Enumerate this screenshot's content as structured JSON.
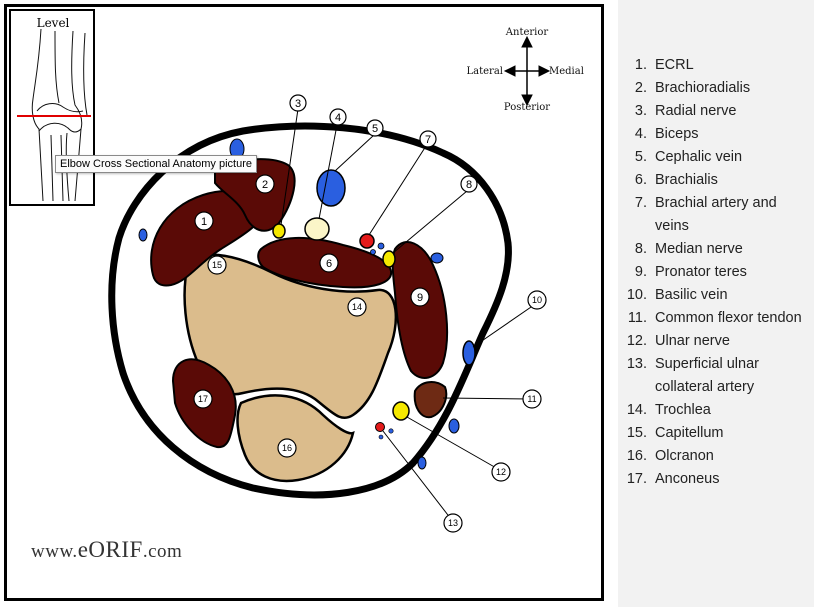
{
  "figure": {
    "inset_label": "Level",
    "tooltip": "Elbow Cross Sectional Anatomy picture",
    "orientation": {
      "anterior": "Anterior",
      "posterior": "Posterior",
      "lateral": "Lateral",
      "medial": "Medial"
    },
    "watermark": {
      "prefix": "www.",
      "brand": "eORIF",
      "suffix": ".com"
    },
    "markers": [
      "1",
      "2",
      "3",
      "4",
      "5",
      "6",
      "7",
      "8",
      "9",
      "10",
      "11",
      "12",
      "13",
      "14",
      "15",
      "16",
      "17"
    ]
  },
  "legend": {
    "items": [
      {
        "num": "1.",
        "label": "ECRL"
      },
      {
        "num": "2.",
        "label": "Brachioradialis"
      },
      {
        "num": "3.",
        "label": "Radial nerve"
      },
      {
        "num": "4.",
        "label": "Biceps"
      },
      {
        "num": "5.",
        "label": "Cephalic vein"
      },
      {
        "num": "6.",
        "label": "Brachialis"
      },
      {
        "num": "7.",
        "label": "Brachial artery and veins"
      },
      {
        "num": "8.",
        "label": "Median nerve"
      },
      {
        "num": "9.",
        "label": "Pronator teres"
      },
      {
        "num": "10.",
        "label": "Basilic vein"
      },
      {
        "num": "11.",
        "label": "Common flexor tendon"
      },
      {
        "num": "12.",
        "label": "Ulnar nerve"
      },
      {
        "num": "13.",
        "label": "Superficial ulnar collateral artery"
      },
      {
        "num": "14.",
        "label": "Trochlea"
      },
      {
        "num": "15.",
        "label": "Capitellum"
      },
      {
        "num": "16.",
        "label": "Olcranon"
      },
      {
        "num": "17.",
        "label": "Anconeus"
      }
    ]
  },
  "colors": {
    "muscle": "#5a0a06",
    "bone": "#dbbc8c",
    "nerve": "#f5e800",
    "artery": "#e31a1a",
    "vein": "#2a5fe0",
    "tendon": "#6e2a14",
    "biceps_tendon": "#fbf5c8"
  }
}
